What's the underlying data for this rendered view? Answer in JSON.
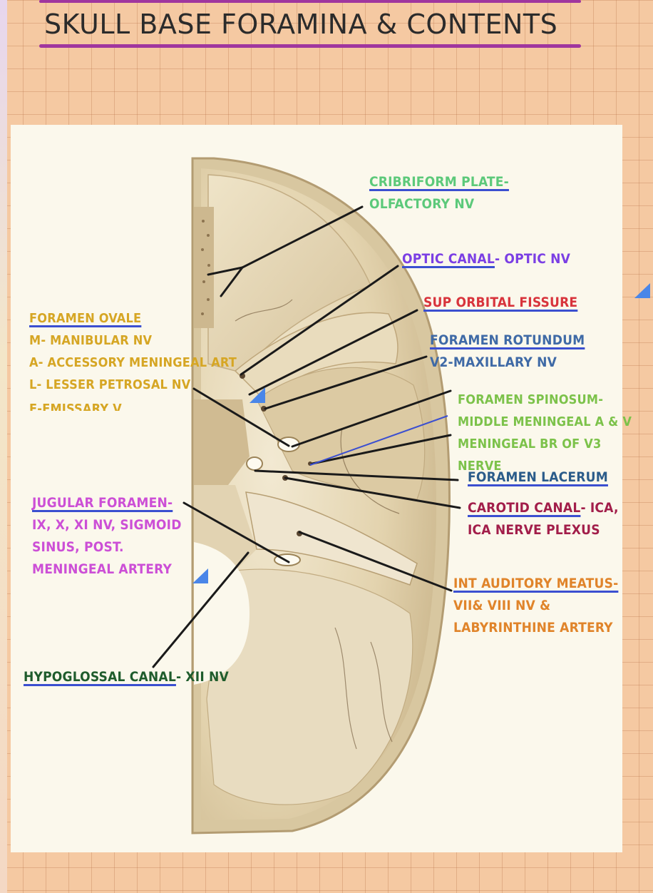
{
  "title": "SKULL BASE FORAMINA & CONTENTS",
  "colors": {
    "page_bg": "#f5c9a2",
    "card_bg": "#fbf8ec",
    "title_bar": "#a0369e",
    "bone": "#e6d8b8",
    "leader_line": "#1a1a1a"
  },
  "labels": {
    "cribriform": {
      "name": "CRIBRIFORM PLATE-",
      "content": "OLFACTORY NV",
      "color": "#5cc97a"
    },
    "optic": {
      "name": "OPTIC CANAL",
      "content": "- OPTIC NV",
      "color": "#7b3fe4"
    },
    "sup_orbital": {
      "name": "SUP ORBITAL FISSURE",
      "color": "#d8343c"
    },
    "rotundum": {
      "name": "FORAMEN ROTUNDUM",
      "content": "V2-MAXILLARY NV",
      "color": "#3f6aa6"
    },
    "spinosum": {
      "name": "FORAMEN SPINOSUM-",
      "line2": "MIDDLE MENINGEAL A & V",
      "line3": "MENINGEAL BR OF V3",
      "line4": "NERVE",
      "color": "#7cc24a"
    },
    "lacerum": {
      "name": "FORAMEN LACERUM",
      "color": "#2b5c8a"
    },
    "carotid": {
      "name": "CAROTID CANAL",
      "content": "- ICA,",
      "line2": "ICA NERVE PLEXUS",
      "color": "#a21e4a"
    },
    "int_auditory": {
      "name": "INT AUDITORY MEATUS-",
      "line2": "VII& VIII NV &",
      "line3": "LABYRINTHINE ARTERY",
      "color": "#e0842a"
    },
    "ovale": {
      "name": "FORAMEN OVALE",
      "line_m": "M- MANIBULAR NV",
      "line_a": "A- ACCESSORY MENINGEAL ART",
      "line_l": "L- LESSER PETROSAL NV",
      "line_e": "E-EMISSARY V",
      "color": "#d6a624"
    },
    "jugular": {
      "name": "JUGULAR FORAMEN-",
      "line2": "IX, X, XI NV, SIGMOID",
      "line3": "SINUS, POST.",
      "line4": "MENINGEAL ARTERY",
      "color": "#cc4fd6"
    },
    "hypoglossal": {
      "name": "HYPOGLOSSAL CANAL",
      "content": "- XII NV",
      "color": "#1f5c2c"
    }
  },
  "underline_colors": {
    "blue": "#3b4fd0"
  },
  "marker_color": "#4a86e8"
}
